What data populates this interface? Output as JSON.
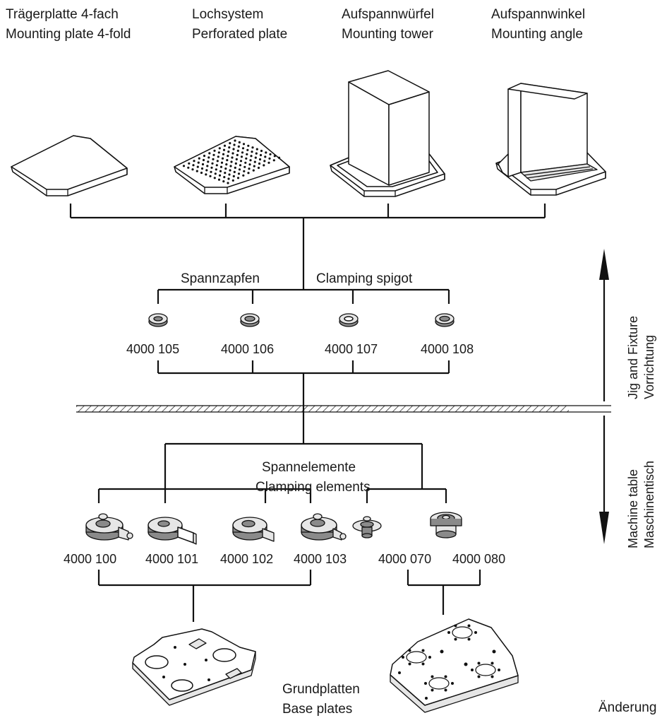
{
  "products": [
    {
      "de": "Trägerplatte 4-fach",
      "en": "Mounting plate 4-fold"
    },
    {
      "de": "Lochsystem",
      "en": "Perforated plate"
    },
    {
      "de": "Aufspannwürfel",
      "en": "Mounting tower"
    },
    {
      "de": "Aufspannwinkel",
      "en": "Mounting angle"
    }
  ],
  "spigot": {
    "label_de": "Spannzapfen",
    "label_en": "Clamping spigot",
    "codes": [
      "4000 105",
      "4000 106",
      "4000 107",
      "4000 108"
    ]
  },
  "clamping": {
    "label_de": "Spannelemente",
    "label_en": "Clamping elements",
    "codes_left": [
      "4000 100",
      "4000 101",
      "4000 102",
      "4000 103"
    ],
    "codes_right": [
      "4000 070",
      "4000 080"
    ]
  },
  "base": {
    "label_de": "Grundplatten",
    "label_en": "Base plates"
  },
  "sides": {
    "upper_de": "Vorrichtung",
    "upper_en": "Jig and Fixture",
    "lower_de": "Maschinentisch",
    "lower_en": "Machine table"
  },
  "footer": "Änderung"
}
